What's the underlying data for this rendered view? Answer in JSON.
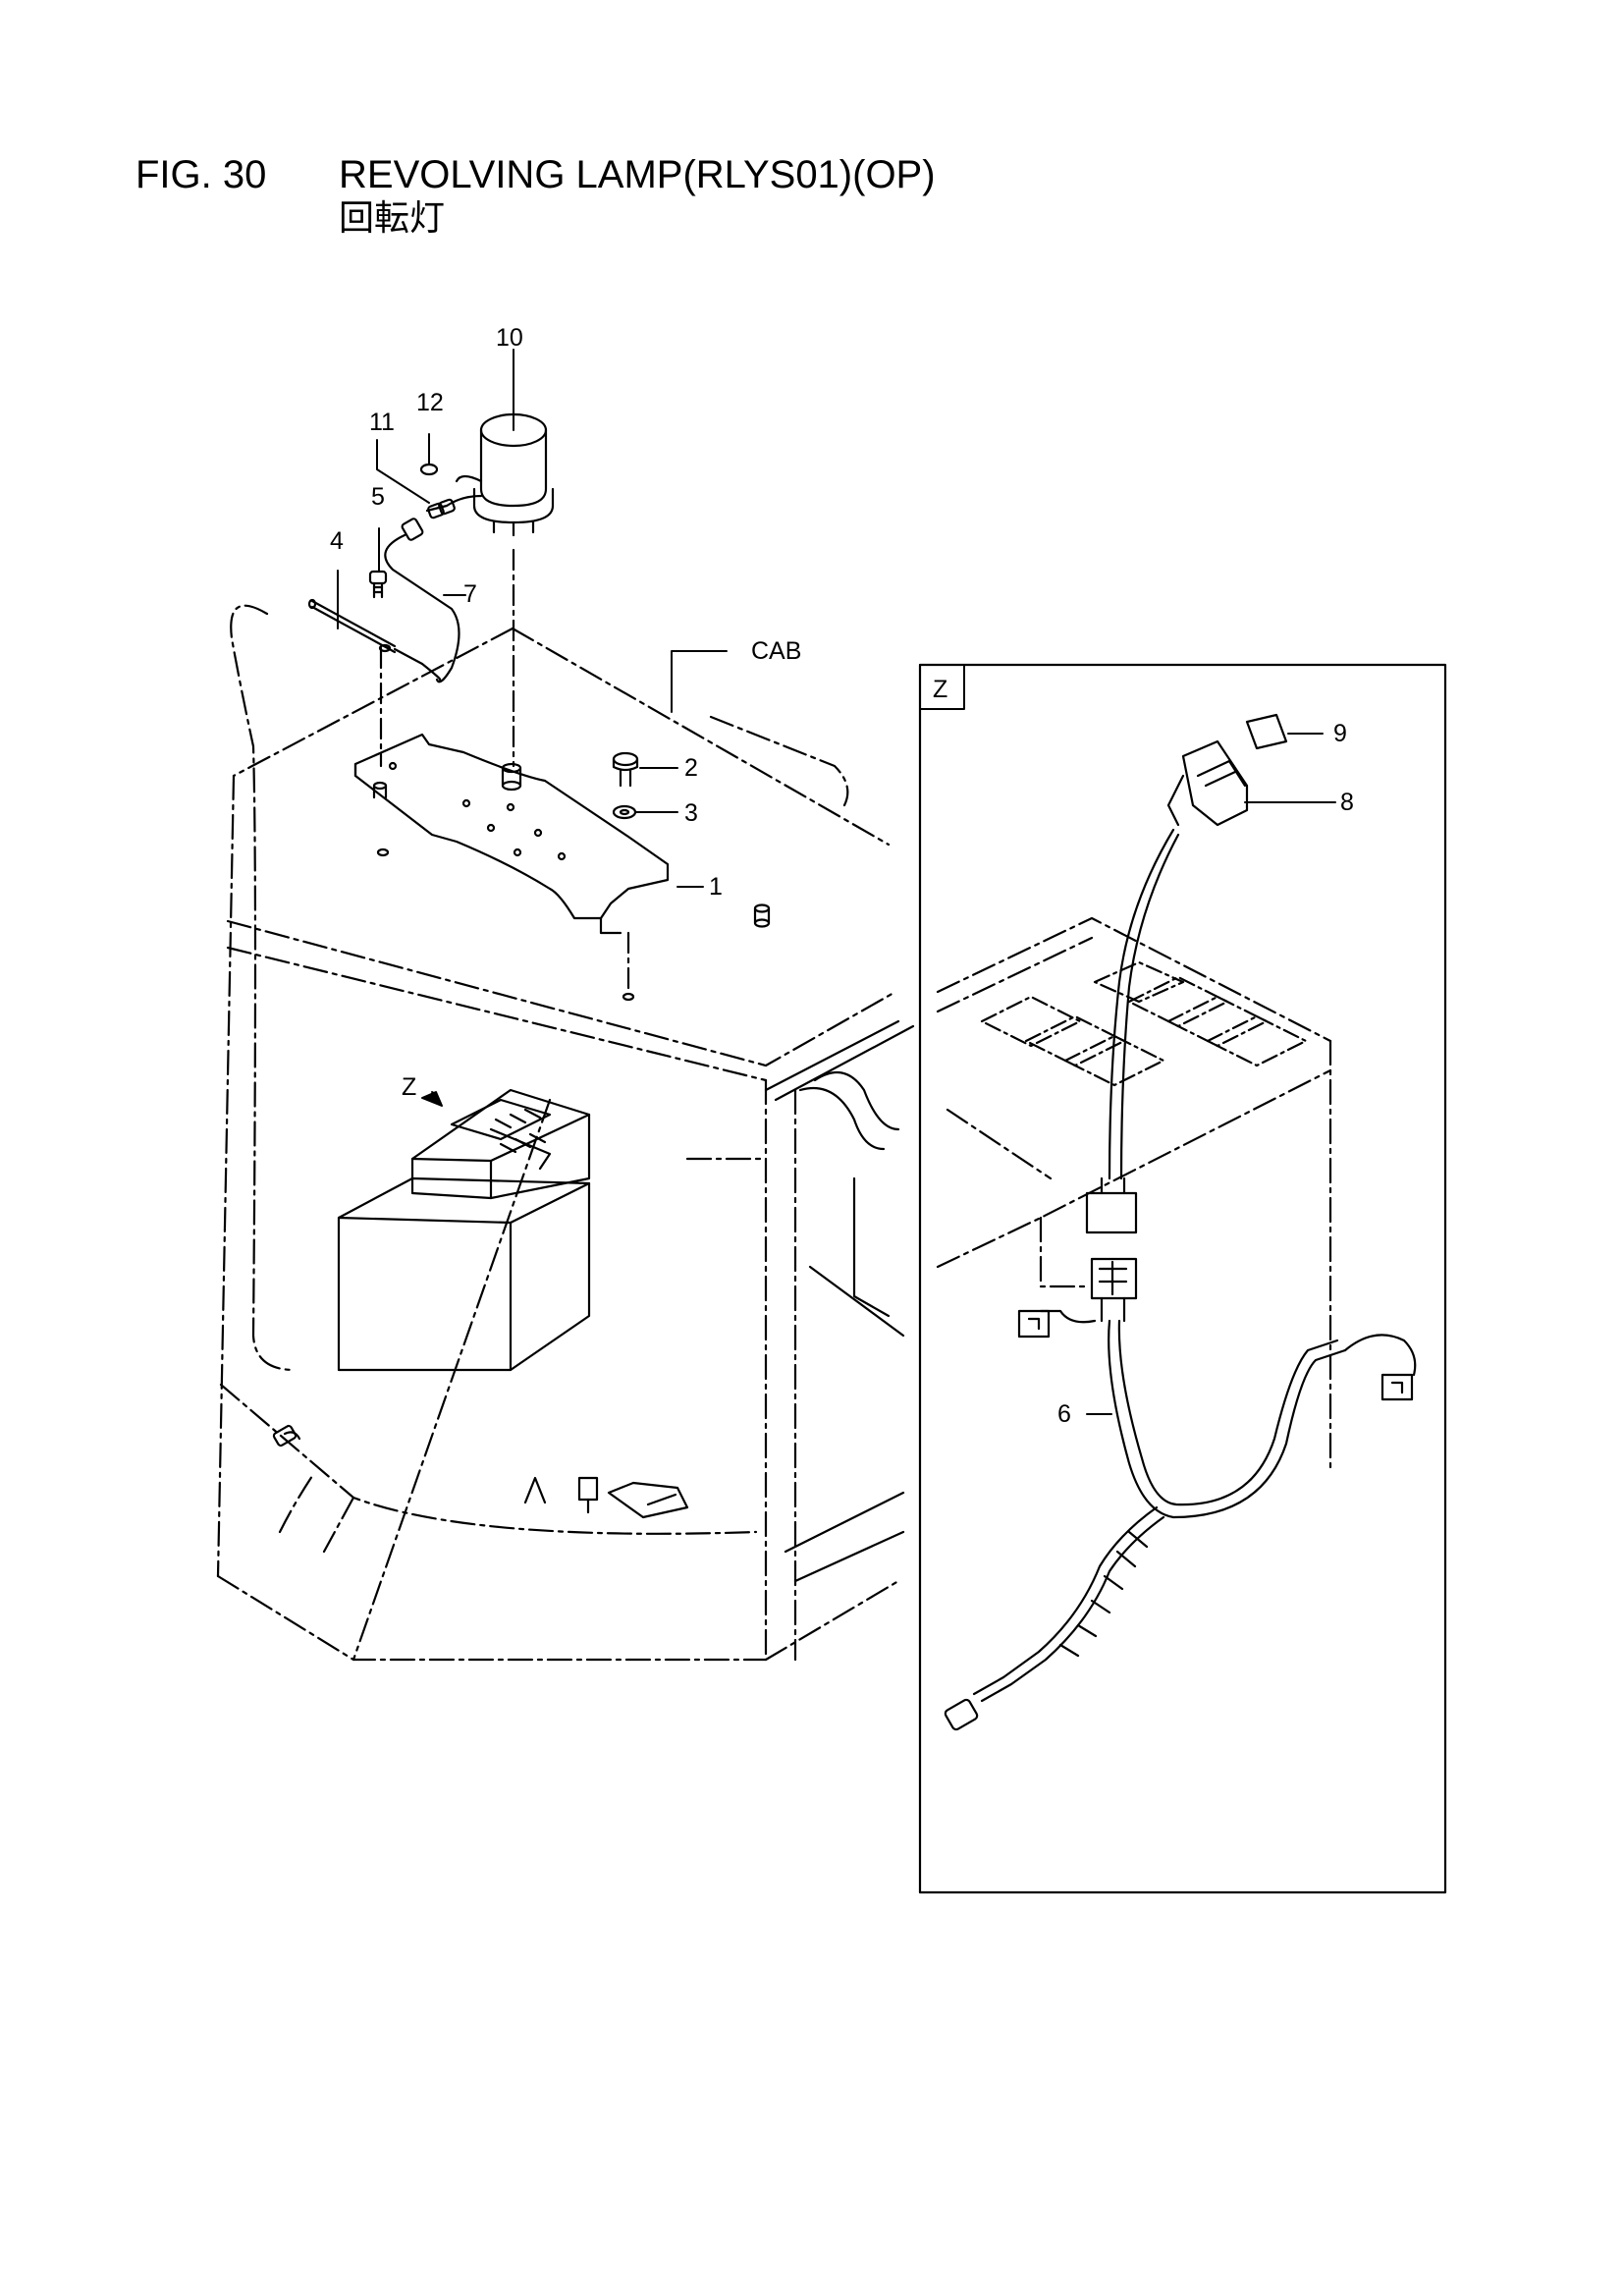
{
  "header": {
    "figure_no": "FIG. 30",
    "title": "REVOLVING LAMP(RLYS01)(OP)",
    "subtitle": "回転灯"
  },
  "callouts": {
    "p1": "1",
    "p2": "2",
    "p3": "3",
    "p4": "4",
    "p5": "5",
    "p6": "6",
    "p7": "7",
    "p8": "8",
    "p9": "9",
    "p10": "10",
    "p11": "11",
    "p12": "12"
  },
  "labels": {
    "cab": "CAB",
    "view_ref": "Z",
    "detail_title": "Z"
  }
}
